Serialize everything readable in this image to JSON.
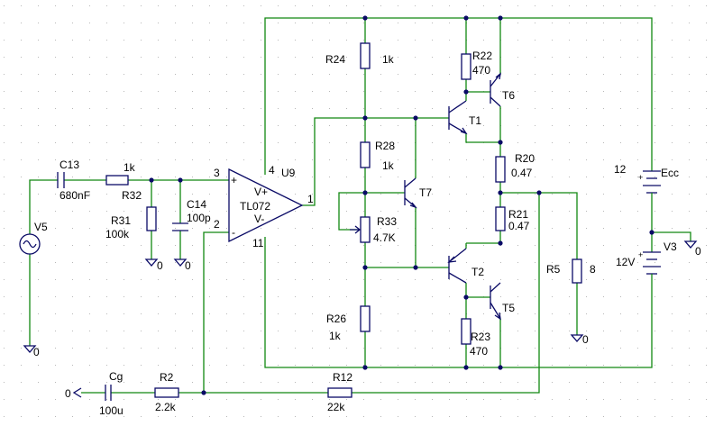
{
  "colors": {
    "wire": "#118811",
    "component": "#0a0a66",
    "background": "#ffffff",
    "grid": "#b8b8b8"
  },
  "labels": {
    "C13": "C13",
    "C13_val": "680nF",
    "R32_val": "1k",
    "R32": "R32",
    "R31": "R31",
    "R31_val": "100k",
    "C14": "C14",
    "C14_val": "100p",
    "V5": "V5",
    "gnd_zero": "0",
    "R24": "R24",
    "R24_val": "1k",
    "R22": "R22",
    "R22_val": "470",
    "T6": "T6",
    "T1": "T1",
    "R28": "R28",
    "R28_val": "1k",
    "R20": "R20",
    "R20_val": "0.47",
    "T7": "T7",
    "R33": "R33",
    "R33_val": "4.7K",
    "R21": "R21",
    "R21_val": "0.47",
    "T2": "T2",
    "T5": "T5",
    "R26": "R26",
    "R26_val": "1k",
    "R23": "R23",
    "R23_val": "470",
    "R5": "R5",
    "R5_val": "8",
    "Ecc": "Ecc",
    "Ecc_val": "12",
    "V3": "V3",
    "V3_val": "12V",
    "U9": "U9",
    "U9_model": "TL072",
    "pin3": "3",
    "pin2": "2",
    "pin4": "4",
    "pin11": "11",
    "pin1": "1",
    "plus_sign": "+",
    "minus_sign": "-",
    "vplus": "V+",
    "vminus": "V-",
    "Cg": "Cg",
    "Cg_val": "100u",
    "R2": "R2",
    "R2_val": "2.2k",
    "R12": "R12",
    "R12_val": "22k"
  }
}
